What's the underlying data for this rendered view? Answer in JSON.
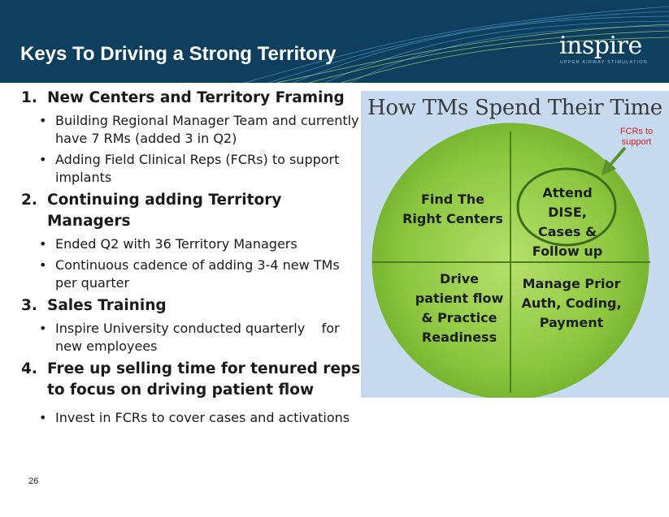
{
  "header": {
    "title": "Keys To Driving a Strong Territory",
    "logo_text": "inspire",
    "logo_tagline": "UPPER AIRWAY STIMULATION",
    "accent_color": "#0f3f5e"
  },
  "content": {
    "items": [
      {
        "number": "1.",
        "heading": "New Centers and Territory Framing",
        "bullets": [
          "Building Regional Manager Team and currently have 7 RMs (added 3 in Q2)",
          "Adding Field Clinical Reps (FCRs) to support implants"
        ]
      },
      {
        "number": "2.",
        "heading": "Continuing adding Territory Managers",
        "bullets": [
          "Ended Q2 with 36 Territory Managers",
          "Continuous cadence of adding 3-4 new TMs per quarter"
        ]
      },
      {
        "number": "3.",
        "heading": "Sales Training",
        "bullets": [
          "Inspire University conducted quarterly    for new employees"
        ]
      },
      {
        "number": "4.",
        "heading": "Free up selling time for tenured reps to focus on driving patient flow",
        "bullets": [
          "Invest in FCRs to cover cases and activations"
        ]
      }
    ],
    "bullet_glyph": "•"
  },
  "panel": {
    "title": "How TMs Spend Their Time",
    "quadrants": {
      "top_left": "Find The Right Centers",
      "top_right": "Attend DISE, Cases & Follow up",
      "bottom_left": "Drive patient flow & Practice Readiness",
      "bottom_right": "Manage Prior Auth, Coding, Payment"
    },
    "callout": "FCRs to support",
    "colors": {
      "circle": "#8cc63f",
      "callout_text": "#d42020",
      "panel_bg": "#c5d9ef"
    }
  },
  "footer": {
    "page_number": "26"
  }
}
